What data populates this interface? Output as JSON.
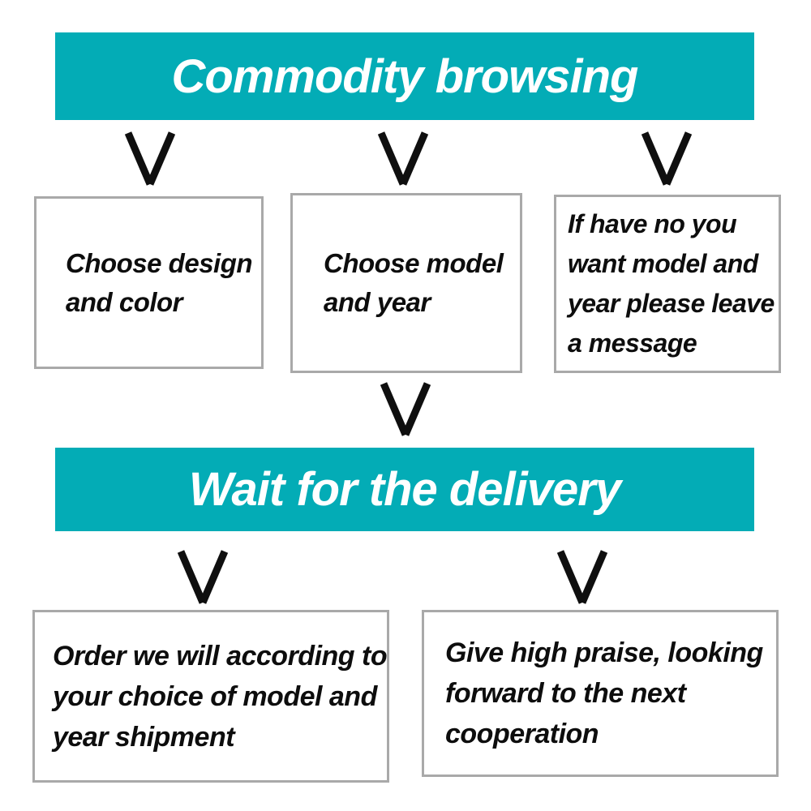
{
  "colors": {
    "banner_background": "#03acb6",
    "banner_text": "#ffffff",
    "box_border": "#a9a9a9",
    "box_text": "#0d0d0d",
    "arrow": "#0f0f0f"
  },
  "banners": {
    "top": {
      "label": "Commodity browsing"
    },
    "mid": {
      "label": "Wait for the delivery"
    }
  },
  "boxes": {
    "design": {
      "text": "Choose design and color",
      "lines": [
        "Choose design",
        "and color"
      ]
    },
    "model": {
      "text": "Choose model and year",
      "lines": [
        "Choose model",
        "and year"
      ]
    },
    "noyear": {
      "text": "If have no you want model and year please leave a message",
      "lines": [
        "If have no you",
        "want model and",
        "year please leave",
        "a message"
      ]
    },
    "order": {
      "text": "Order we will according to your choice of model and year shipment",
      "lines": [
        "Order we will according to",
        "your choice of model and",
        "year shipment"
      ]
    },
    "praise": {
      "text": "Give high praise, looking forward to the next cooperation",
      "lines": [
        "Give high praise, looking",
        "forward to the next",
        "cooperation"
      ]
    }
  }
}
